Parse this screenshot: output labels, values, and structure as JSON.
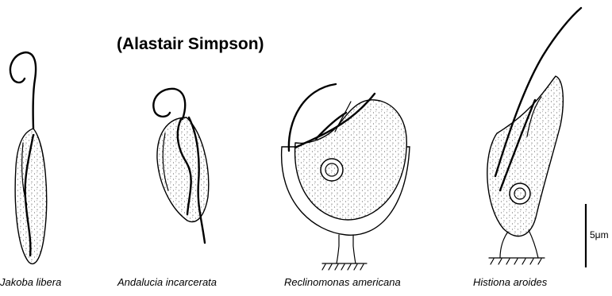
{
  "credit": "(Alastair Simpson)",
  "organisms": [
    {
      "name": "Jakoba libera"
    },
    {
      "name": "Andalucia incarcerata"
    },
    {
      "name": "Reclinomonas americana"
    },
    {
      "name": "Histiona aroides"
    }
  ],
  "scale_bar": {
    "label": "5μm"
  }
}
